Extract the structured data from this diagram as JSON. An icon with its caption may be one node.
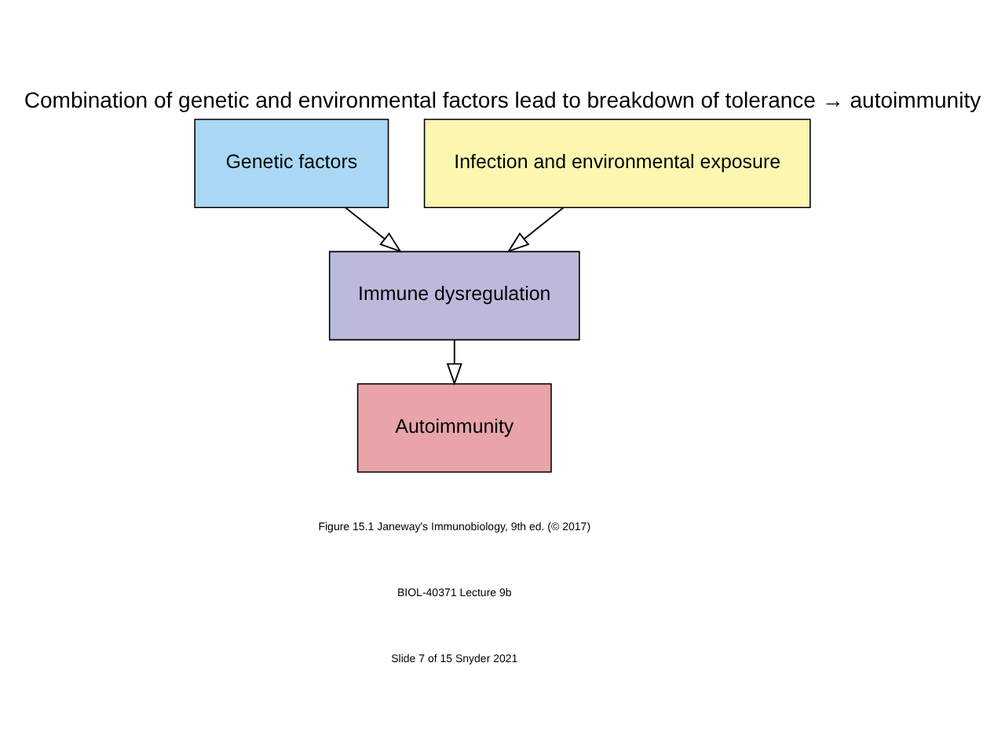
{
  "diagram": {
    "title": "Combination of genetic and environmental factors lead to breakdown of tolerance → autoimmunity",
    "nodes": [
      {
        "text": [
          "Genetic factors"
        ]
      },
      {
        "text": [
          "Infection and environmental exposure"
        ]
      },
      {
        "text": [
          "Immune dysregulation"
        ]
      },
      {
        "text": [
          "Autoimmunity"
        ]
      }
    ],
    "edges": [
      {
        "from": 0,
        "to": 2,
        "arrow": "to"
      },
      {
        "from": 1,
        "to": 2,
        "arrow": "to"
      },
      {
        "from": 2,
        "to": 3,
        "arrow": "to"
      }
    ],
    "labels": [
      "Figure 15.1 Janeway's Immunobiology, 9th ed. (© 2017)",
      "BIOL-40371 Lecture 9b",
      "Slide 7 of 15 Snyder 2021"
    ]
  }
}
